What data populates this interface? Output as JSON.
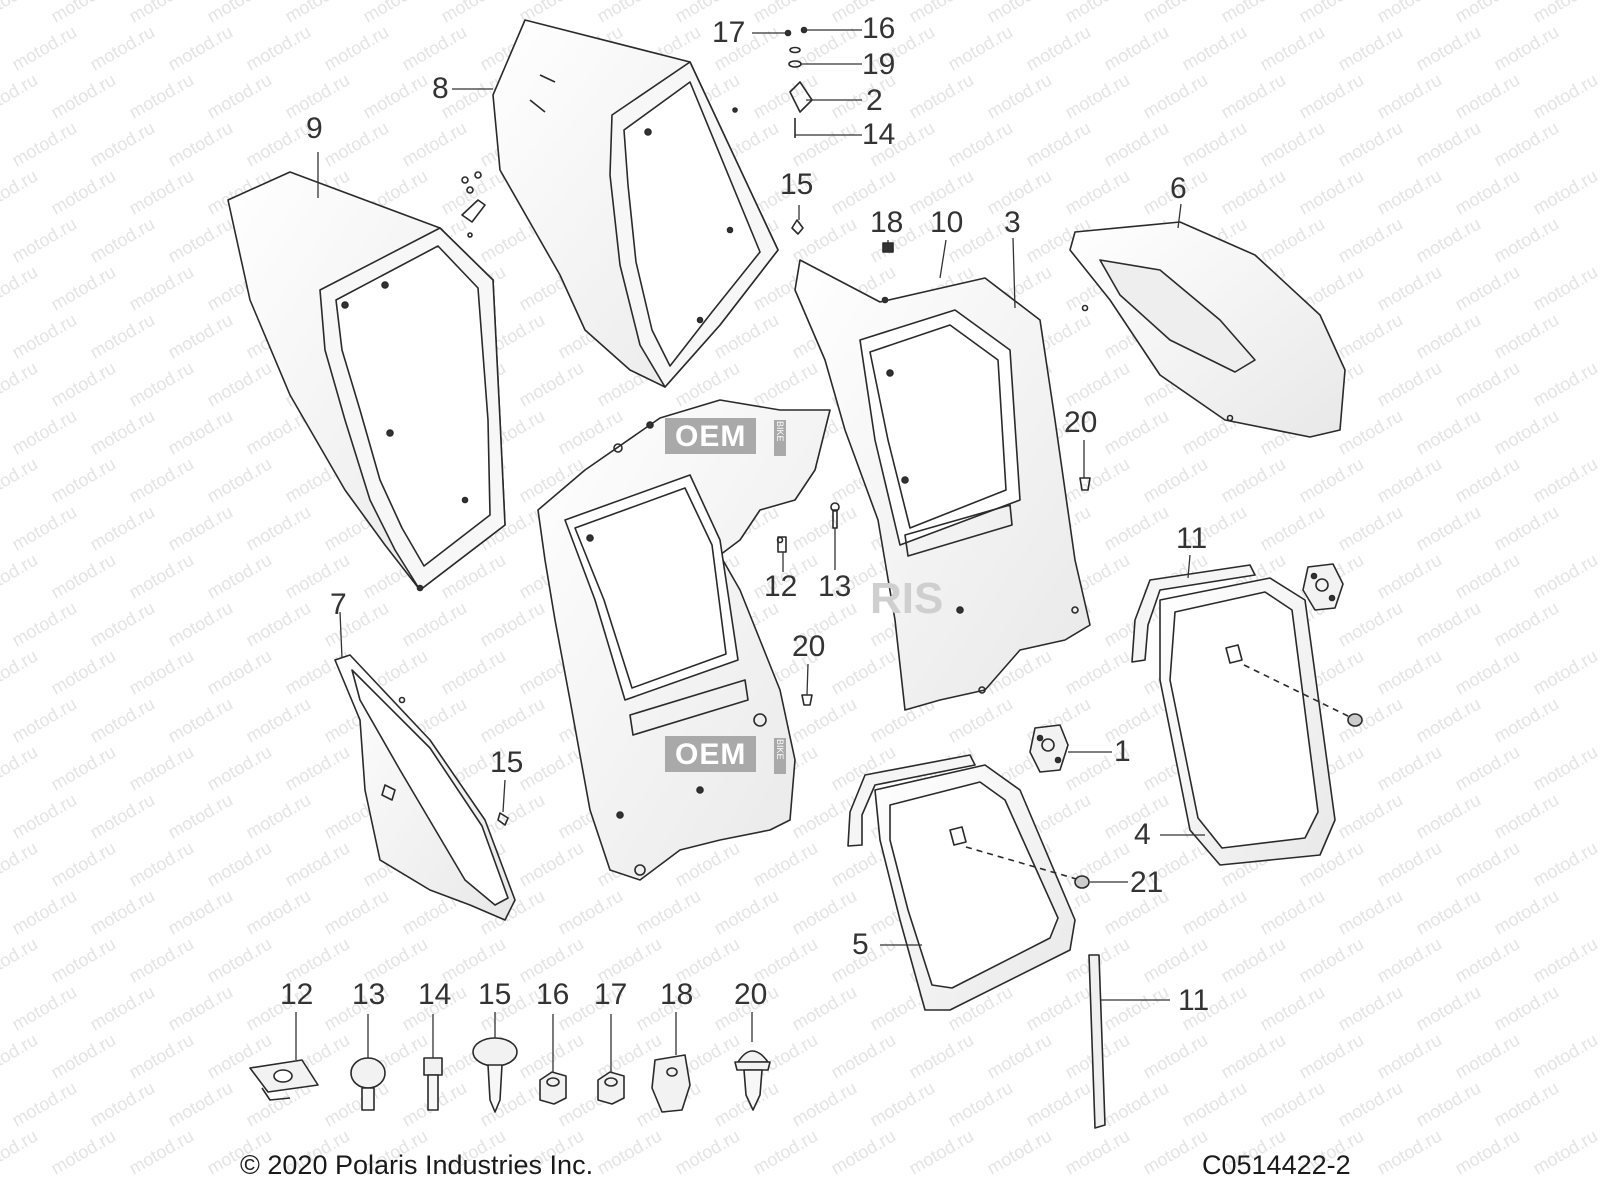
{
  "diagram": {
    "copyright": "© 2020 Polaris Industries Inc.",
    "diagram_id": "C0514422-2",
    "watermark_text": "motod.ru",
    "oem_badge": {
      "main": "OEM",
      "side": "BIKE"
    },
    "ghost_brand_text": "RIS",
    "callouts": {
      "c17": "17",
      "c16": "16",
      "c19": "19",
      "c2": "2",
      "c14": "14",
      "c8": "8",
      "c9": "9",
      "c15a": "15",
      "c18": "18",
      "c10": "10",
      "c3": "3",
      "c6": "6",
      "c20a": "20",
      "c12": "12",
      "c13": "13",
      "c11a": "11",
      "c7": "7",
      "c20b": "20",
      "c15b": "15",
      "c1": "1",
      "c4": "4",
      "c21": "21",
      "c5": "5",
      "c11b": "11"
    },
    "hardware_legend": [
      {
        "num": "12",
        "name": "speed-nut"
      },
      {
        "num": "13",
        "name": "button-head-screw"
      },
      {
        "num": "14",
        "name": "socket-cap-screw"
      },
      {
        "num": "15",
        "name": "pan-head-tapping-screw"
      },
      {
        "num": "16",
        "name": "hex-nut-small"
      },
      {
        "num": "17",
        "name": "hex-nut"
      },
      {
        "num": "18",
        "name": "u-clip-nut"
      },
      {
        "num": "20",
        "name": "push-rivet"
      }
    ]
  }
}
